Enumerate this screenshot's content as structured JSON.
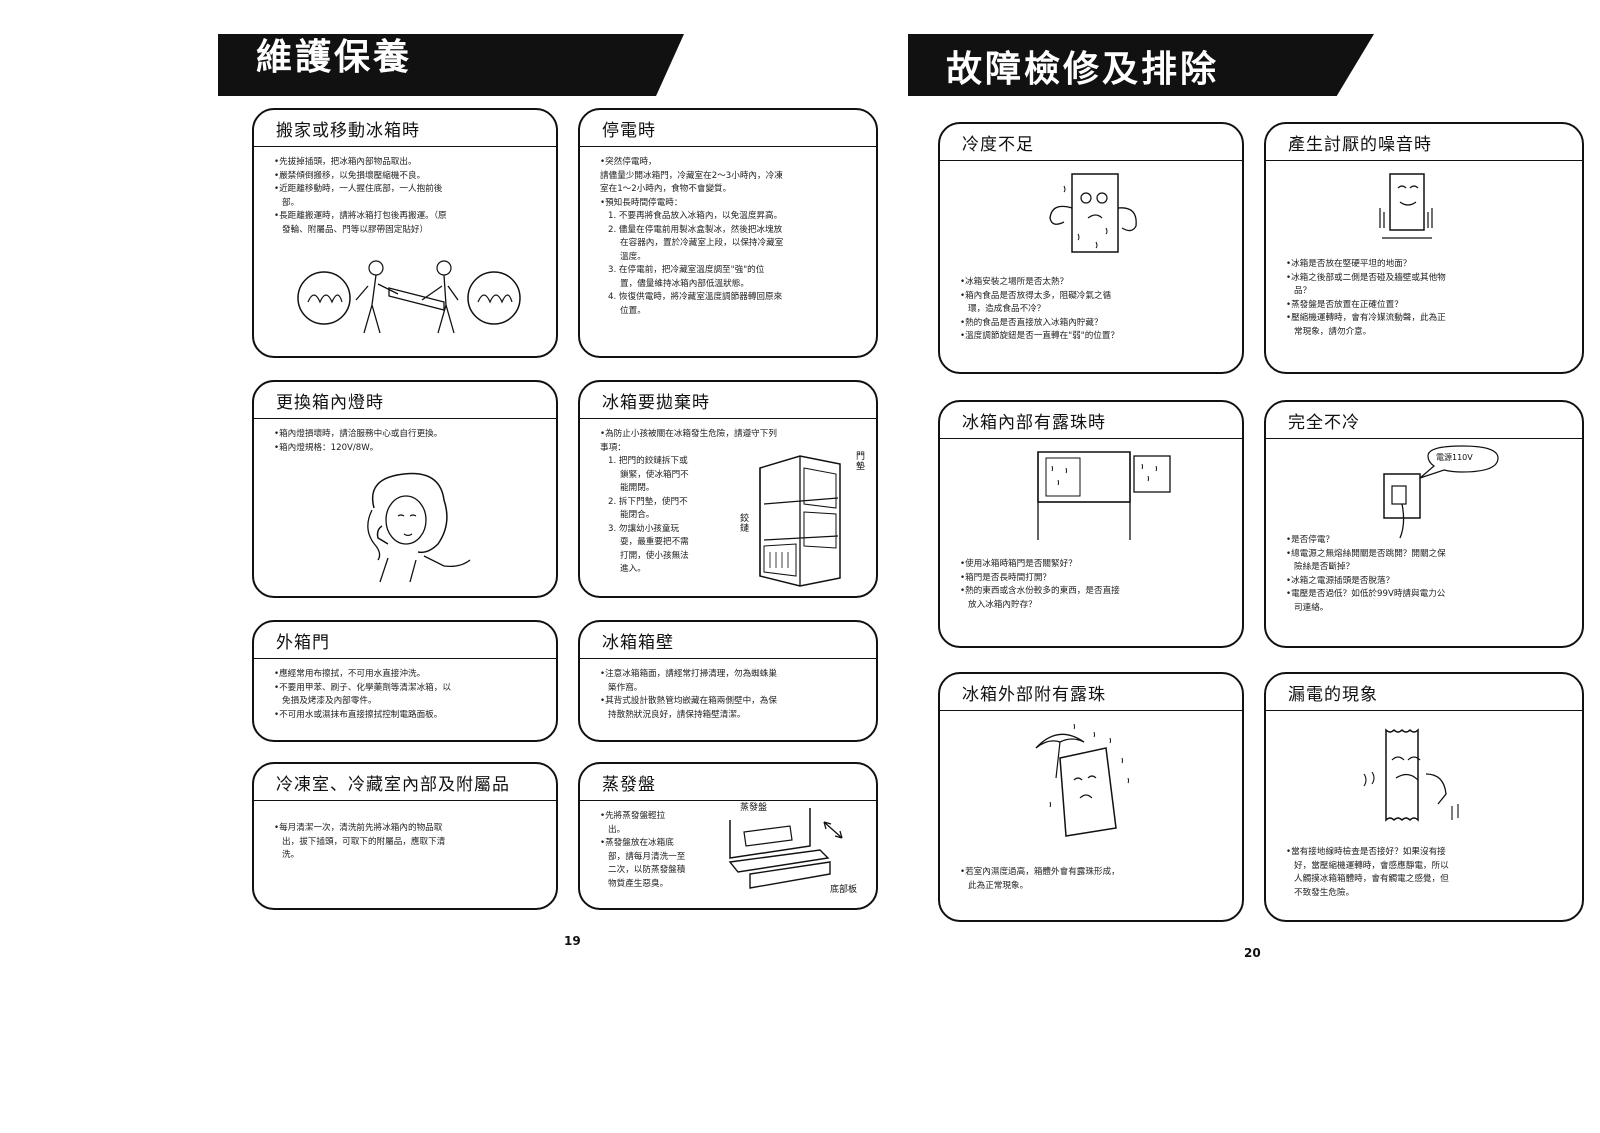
{
  "left_page": {
    "banner": "維護保養",
    "page_number": "19",
    "boxes": {
      "moving": {
        "title": "搬家或移動冰箱時",
        "lines": [
          "•先拔掉插頭，把冰箱內部物品取出。",
          "•嚴禁傾倒搬移，以免損壞壓縮機不良。",
          "•近距離移動時，一人握住底部，一人抱前後",
          "部。",
          "•長距離搬運時，請將冰箱打包後再搬運。（原",
          "發輪、附屬品、門等以膠帶固定貼好）"
        ]
      },
      "outage": {
        "title": "停電時",
        "lines": [
          "•突然停電時，",
          "請儘量少開冰箱門，冷藏室在2～3小時內，冷凍",
          "室在1～2小時內，食物不會變質。",
          "•預知長時間停電時：",
          "1. 不要再將食品放入冰箱內，以免溫度昇高。",
          "2. 儘量在停電前用製冰盒製冰，然後把冰塊放",
          "在容器內，置於冷藏室上段，以保持冷藏室",
          "溫度。",
          "3. 在停電前，把冷藏室溫度調至\"強\"的位",
          "置，儘量維持冰箱內部低溫狀態。",
          "4. 恢復供電時，將冷藏室溫度調節器轉回原來",
          "位置。"
        ]
      },
      "lamp": {
        "title": "更換箱內燈時",
        "lines": [
          "•箱內燈損壞時，請洽服務中心或自行更換。",
          "•箱內燈規格：120V/8W。"
        ]
      },
      "discard": {
        "title": "冰箱要拋棄時",
        "lines": [
          "•為防止小孩被關在冰箱發生危險，請遵守下列",
          "事項：",
          "1. 把門的鉸鏈拆下或",
          "鎖緊，使冰箱門不",
          "能開閉。",
          "2. 拆下門墊，使門不",
          "能閉合。",
          "3. 勿讓幼小孩童玩",
          "耍，最重要把不需",
          "打開，使小孩無法",
          "進入。"
        ],
        "label_door": "門墊",
        "label_hinge": "鉸鏈"
      },
      "exterior_door": {
        "title": "外箱門",
        "lines": [
          "•應經常用布擦拭，不可用水直接沖洗。",
          "•不要用甲苯、刷子、化學藥劑等清潔冰箱，以",
          "免損及烤漆及內部零件。",
          "•不可用水或濕抹布直接擦拭控制電路面板。"
        ]
      },
      "wall": {
        "title": "冰箱箱壁",
        "lines": [
          "•注意冰箱箱面，請經常打掃清理，勿為蜘蛛巢",
          "築作窩。",
          "•其背式設計散熱管均嵌藏在箱兩側壁中，為保",
          "持散熱狀況良好，請保持箱壁清潔。"
        ]
      },
      "interior": {
        "title": "冷凍室、冷藏室內部及附屬品",
        "lines": [
          "•每月清潔一次，清洗前先將冰箱內的物品取",
          "出，拔下插頭，可取下的附屬品，應取下清",
          "洗。"
        ]
      },
      "evap_tray": {
        "title": "蒸發盤",
        "lines": [
          "•先將蒸發盤輕拉",
          "出。",
          "•蒸發盤放在冰箱底",
          "部，請每月清洗一至",
          "二次，以防蒸發盤積",
          "物質產生惡臭。"
        ],
        "label_tray": "蒸發盤",
        "label_plate": "底部板"
      }
    }
  },
  "right_page": {
    "banner": "故障檢修及排除",
    "page_number": "20",
    "boxes": {
      "insufficient_cold": {
        "title": "冷度不足",
        "lines": [
          "•冰箱安裝之場所是否太熱？",
          "•箱內食品是否放得太多，阻礙冷氣之循",
          "環，造成食品不冷？",
          "•熱的食品是否直接放入冰箱內貯藏？",
          "•溫度調節旋鈕是否一直轉在\"弱\"的位置？"
        ]
      },
      "noise": {
        "title": "產生討厭的噪音時",
        "lines": [
          "•冰箱是否放在堅硬平坦的地面？",
          "•冰箱之後部或二側是否碰及牆壁或其他物",
          "品？",
          "•蒸發盤是否放置在正確位置？",
          "•壓縮機運轉時，會有冷媒流動聲，此為正",
          "常現象，請勿介意。"
        ]
      },
      "dew_inside": {
        "title": "冰箱內部有露珠時",
        "lines": [
          "•使用冰箱時箱門是否關緊好？",
          "•箱門是否長時間打開？",
          "•熱的東西或含水份較多的東西，是否直接",
          "放入冰箱內貯存？"
        ]
      },
      "not_cold": {
        "title": "完全不冷",
        "lines": [
          "•是否停電？",
          "•總電源之無熔絲開關是否跳開？開關之保",
          "險絲是否斷掉？",
          "•冰箱之電源插頭是否脫落？",
          "•電壓是否過低？如低於99V時請與電力公",
          "司連絡。"
        ],
        "label_voltage": "電源110V"
      },
      "dew_outside": {
        "title": "冰箱外部附有露珠",
        "lines": [
          "•若室內濕度過高，箱體外會有露珠形成，",
          "此為正常現象。"
        ]
      },
      "leak": {
        "title": "漏電的現象",
        "lines": [
          "•當有接地線時檢查是否接好？如果沒有接",
          "好，當壓縮機運轉時，會感應靜電，所以",
          "人觸摸冰箱箱體時，會有觸電之感覺，但",
          "不致發生危險。"
        ]
      }
    }
  }
}
